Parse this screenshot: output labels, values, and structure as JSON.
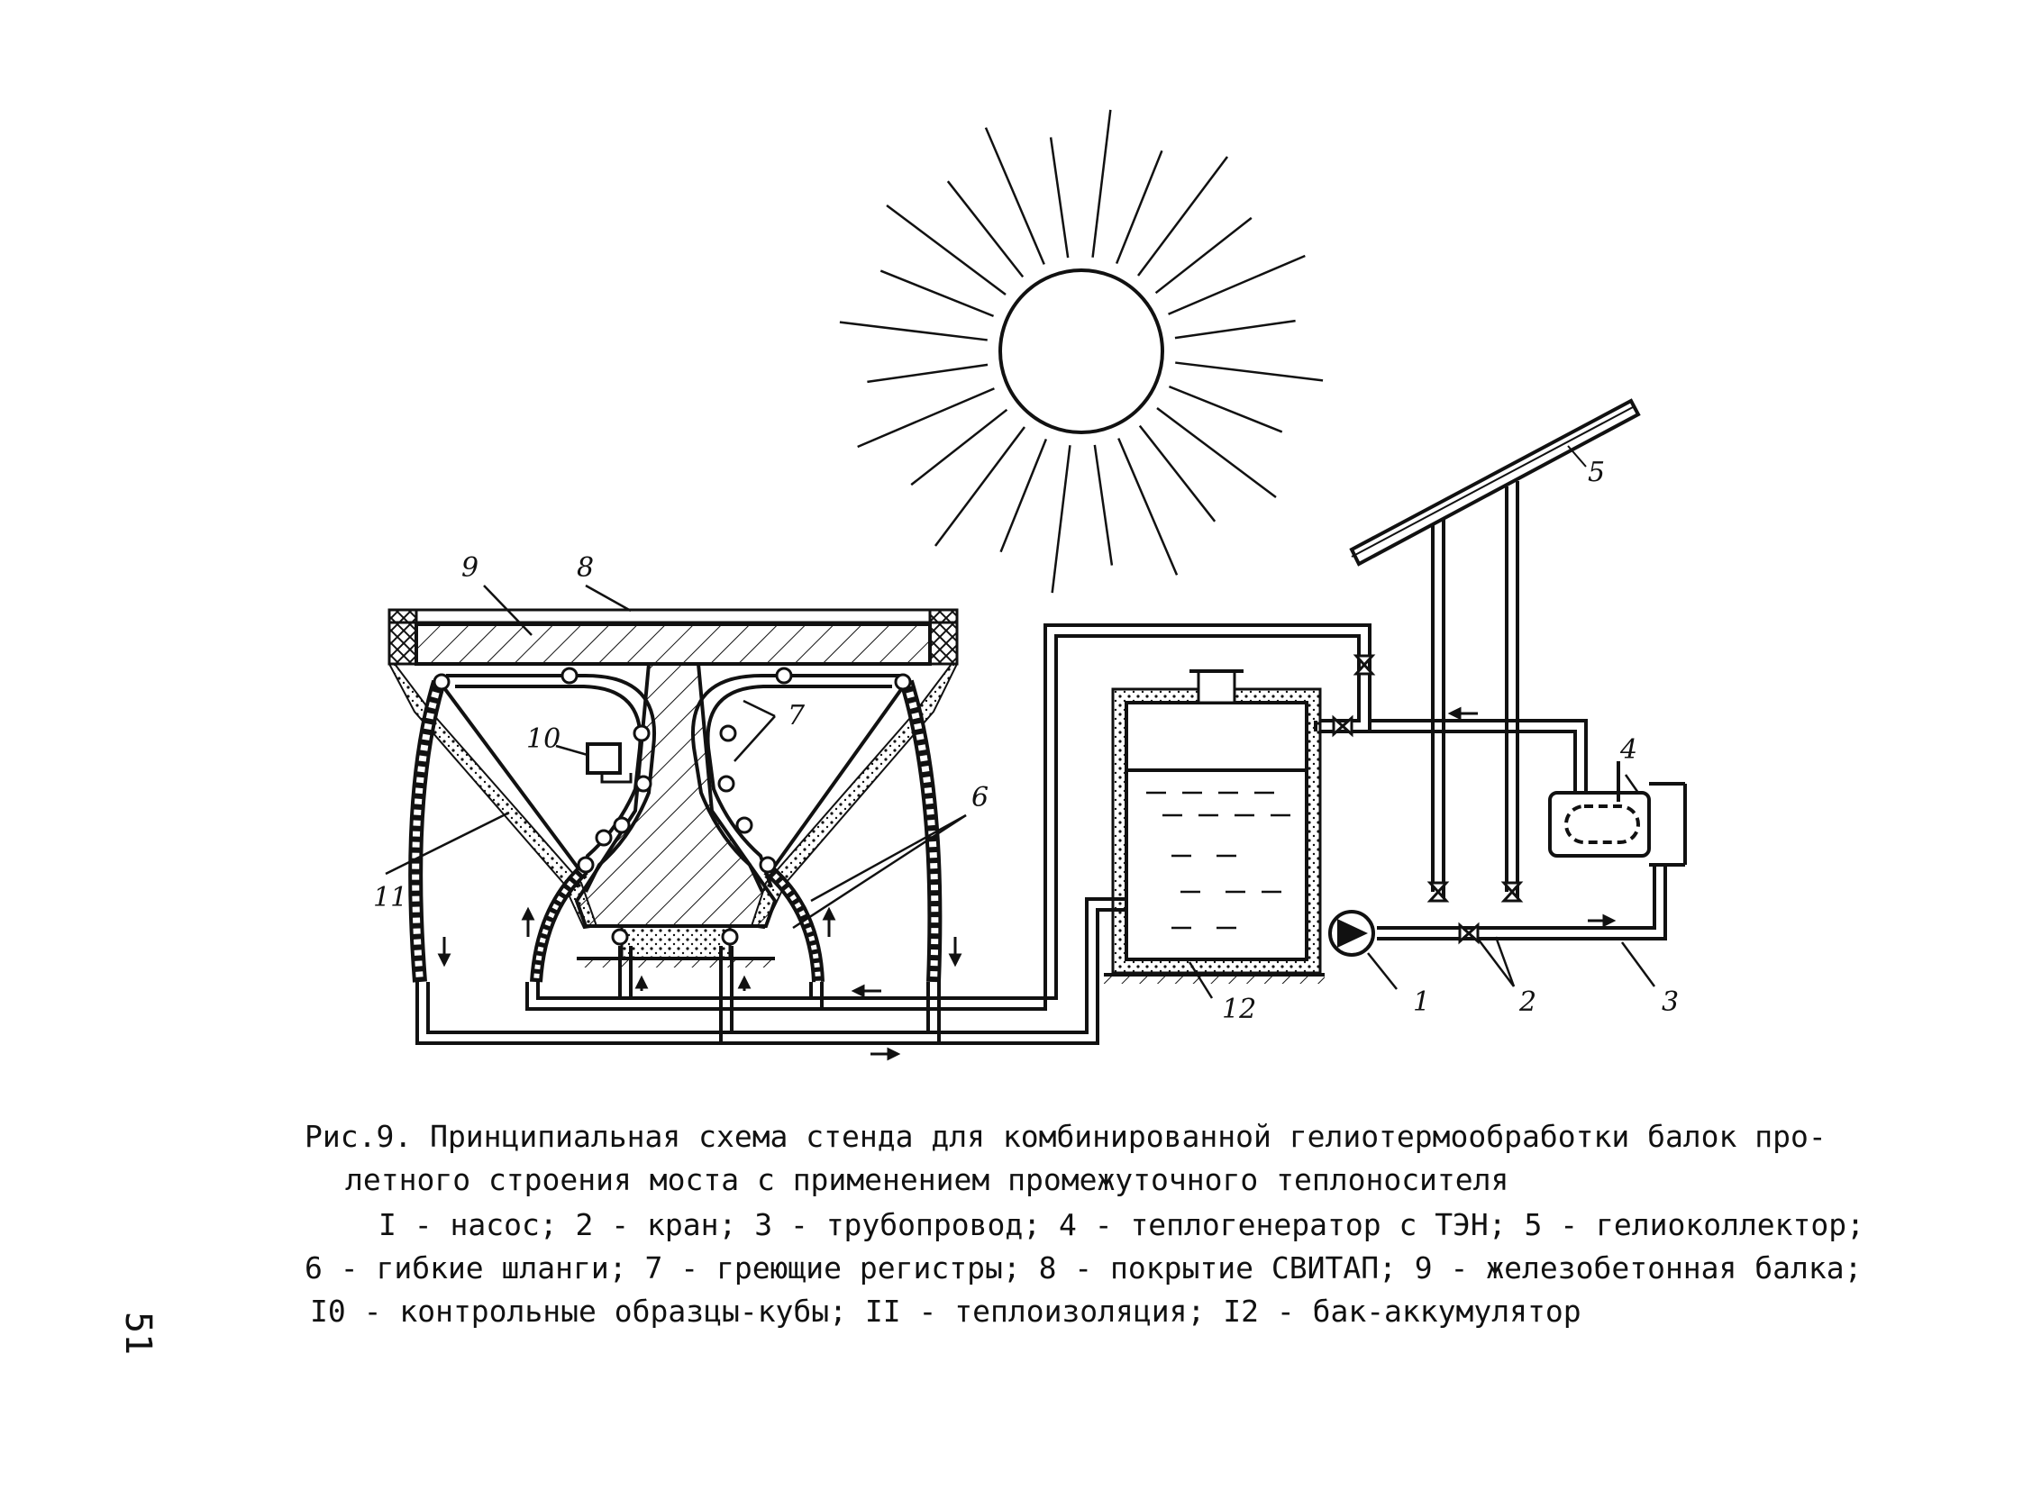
{
  "figure": {
    "caption_line1": "Рис.9. Принципиальная схема стенда для комбинированной гелиотермообработки балок про-",
    "caption_line2": "летного строения моста с применением промежуточного теплоносителя",
    "legend_line1": "I - насос; 2 - кран; 3 - трубопровод; 4 - теплогенератор  с ТЭН; 5 - гелиоколлектор;",
    "legend_line2": "6 - гибкие шланги; 7 - греющие регистры; 8 - покрытие СВИТАП; 9 - железобетонная балка;",
    "legend_line3": "I0 - контрольные образцы-кубы; II - теплоизоляция; I2 - бак-аккумулятор"
  },
  "labels": {
    "pump": "1",
    "valves": "2",
    "pipeline": "3",
    "heat_generator": "4",
    "solar_collector": "5",
    "hoses": "6",
    "registers": "7",
    "coating": "8",
    "beam": "9",
    "cubes": "10",
    "insulation": "11",
    "tank": "12"
  },
  "page_number": "51",
  "colors": {
    "ink": "#111111",
    "paper": "#ffffff"
  }
}
